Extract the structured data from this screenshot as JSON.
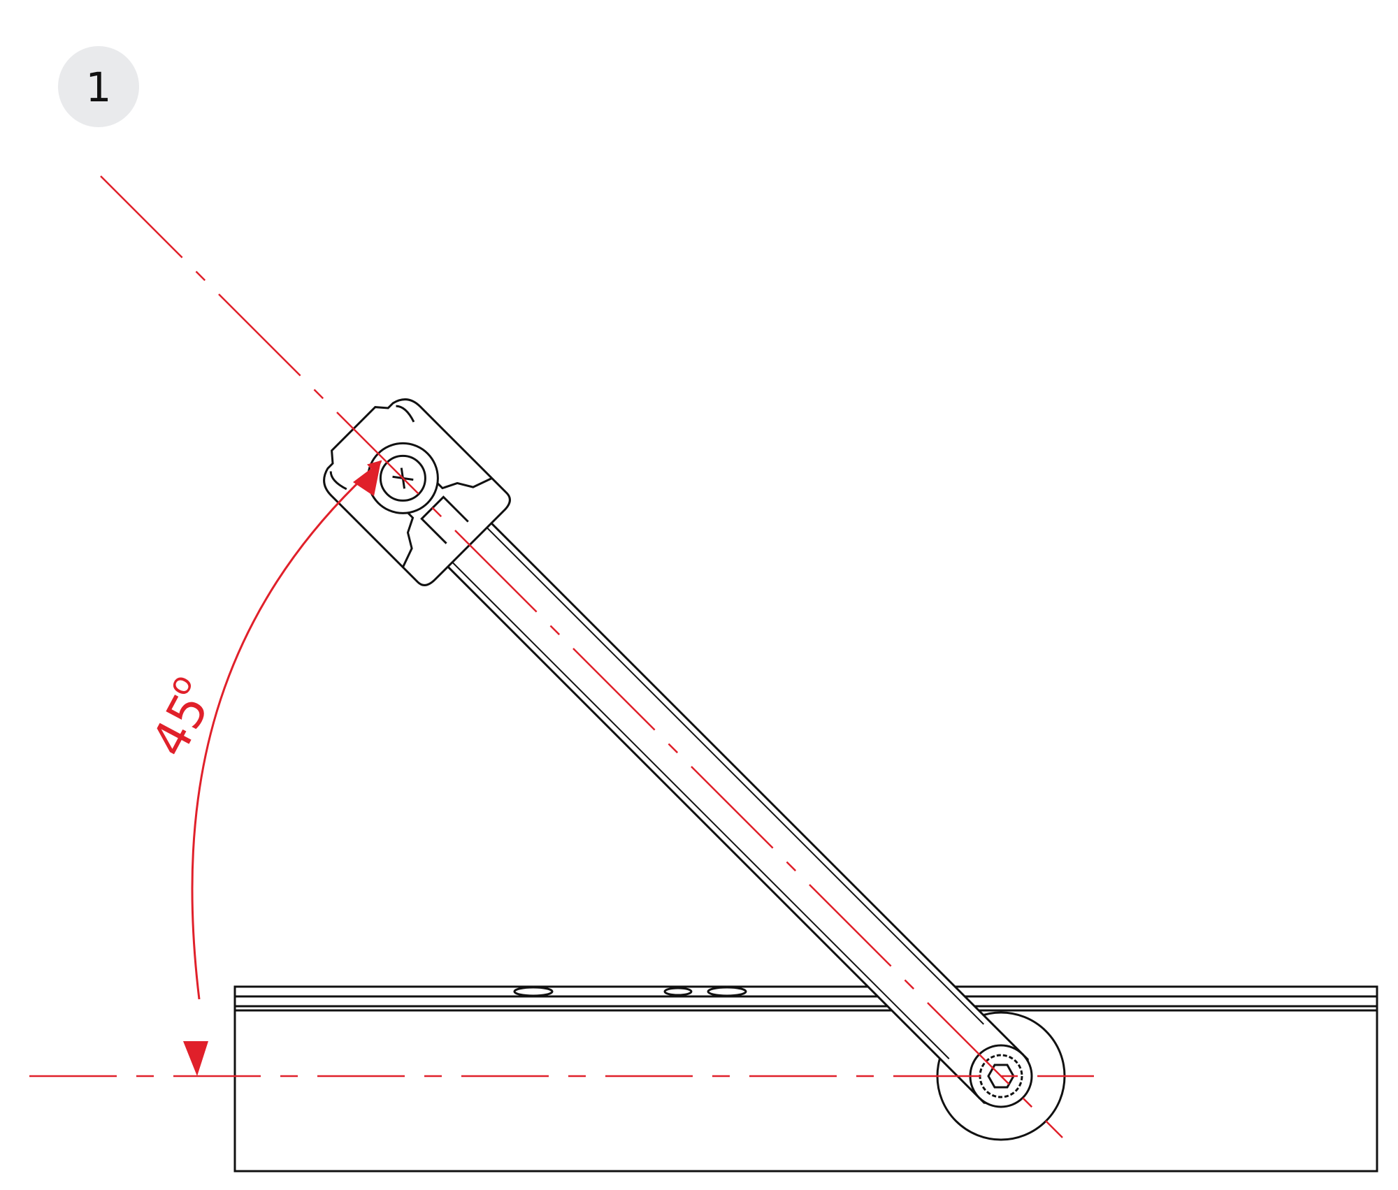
{
  "step": {
    "number": "1"
  },
  "annotation": {
    "angle_value": "45",
    "angle_unit": "o"
  },
  "colors": {
    "line": "#111111",
    "accent": "#e0202a",
    "badge": "#e9eaec"
  }
}
